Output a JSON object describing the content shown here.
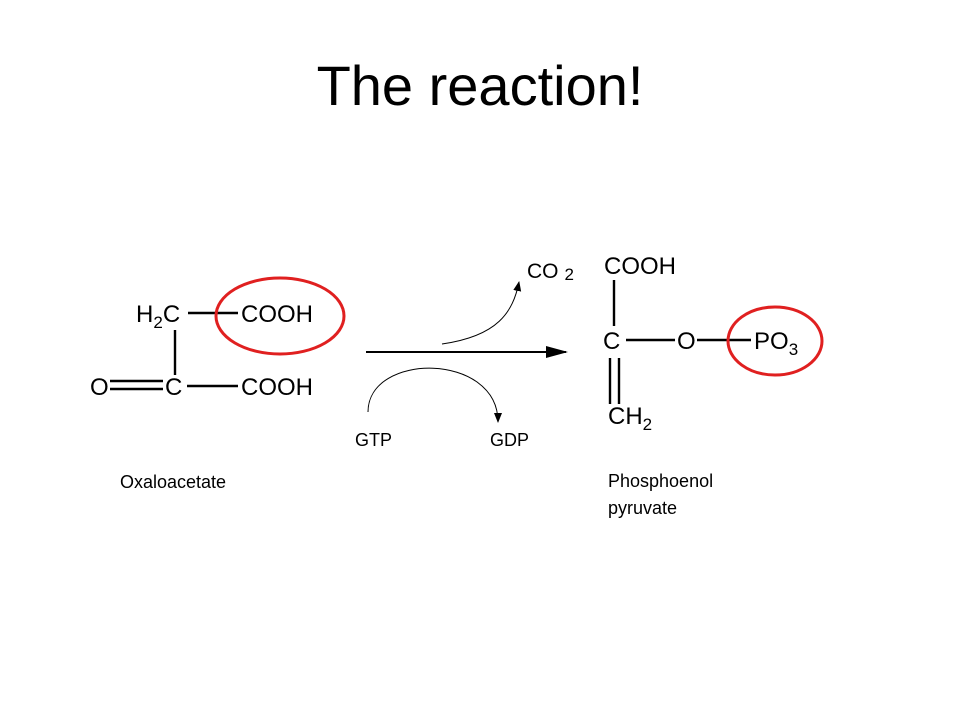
{
  "title": "The reaction!",
  "colors": {
    "highlight": "#e02020",
    "ink": "#000000"
  },
  "reactant": {
    "name": "Oxaloacetate",
    "atoms": {
      "h2c": {
        "main": "H",
        "sub": "2",
        "tail": "C"
      },
      "cooh_top": "COOH",
      "o": "O",
      "c_mid": "C",
      "cooh_bottom": "COOH"
    }
  },
  "reaction": {
    "byproduct": {
      "main": "CO",
      "sub": "2"
    },
    "cofactor_in": "GTP",
    "cofactor_out": "GDP"
  },
  "product": {
    "name_line1": "Phosphoenol",
    "name_line2": "pyruvate",
    "atoms": {
      "cooh": "COOH",
      "c": "C",
      "o": "O",
      "po3": {
        "main": "PO",
        "sub": "3"
      },
      "ch2": {
        "main": "CH",
        "sub": "2"
      }
    }
  }
}
